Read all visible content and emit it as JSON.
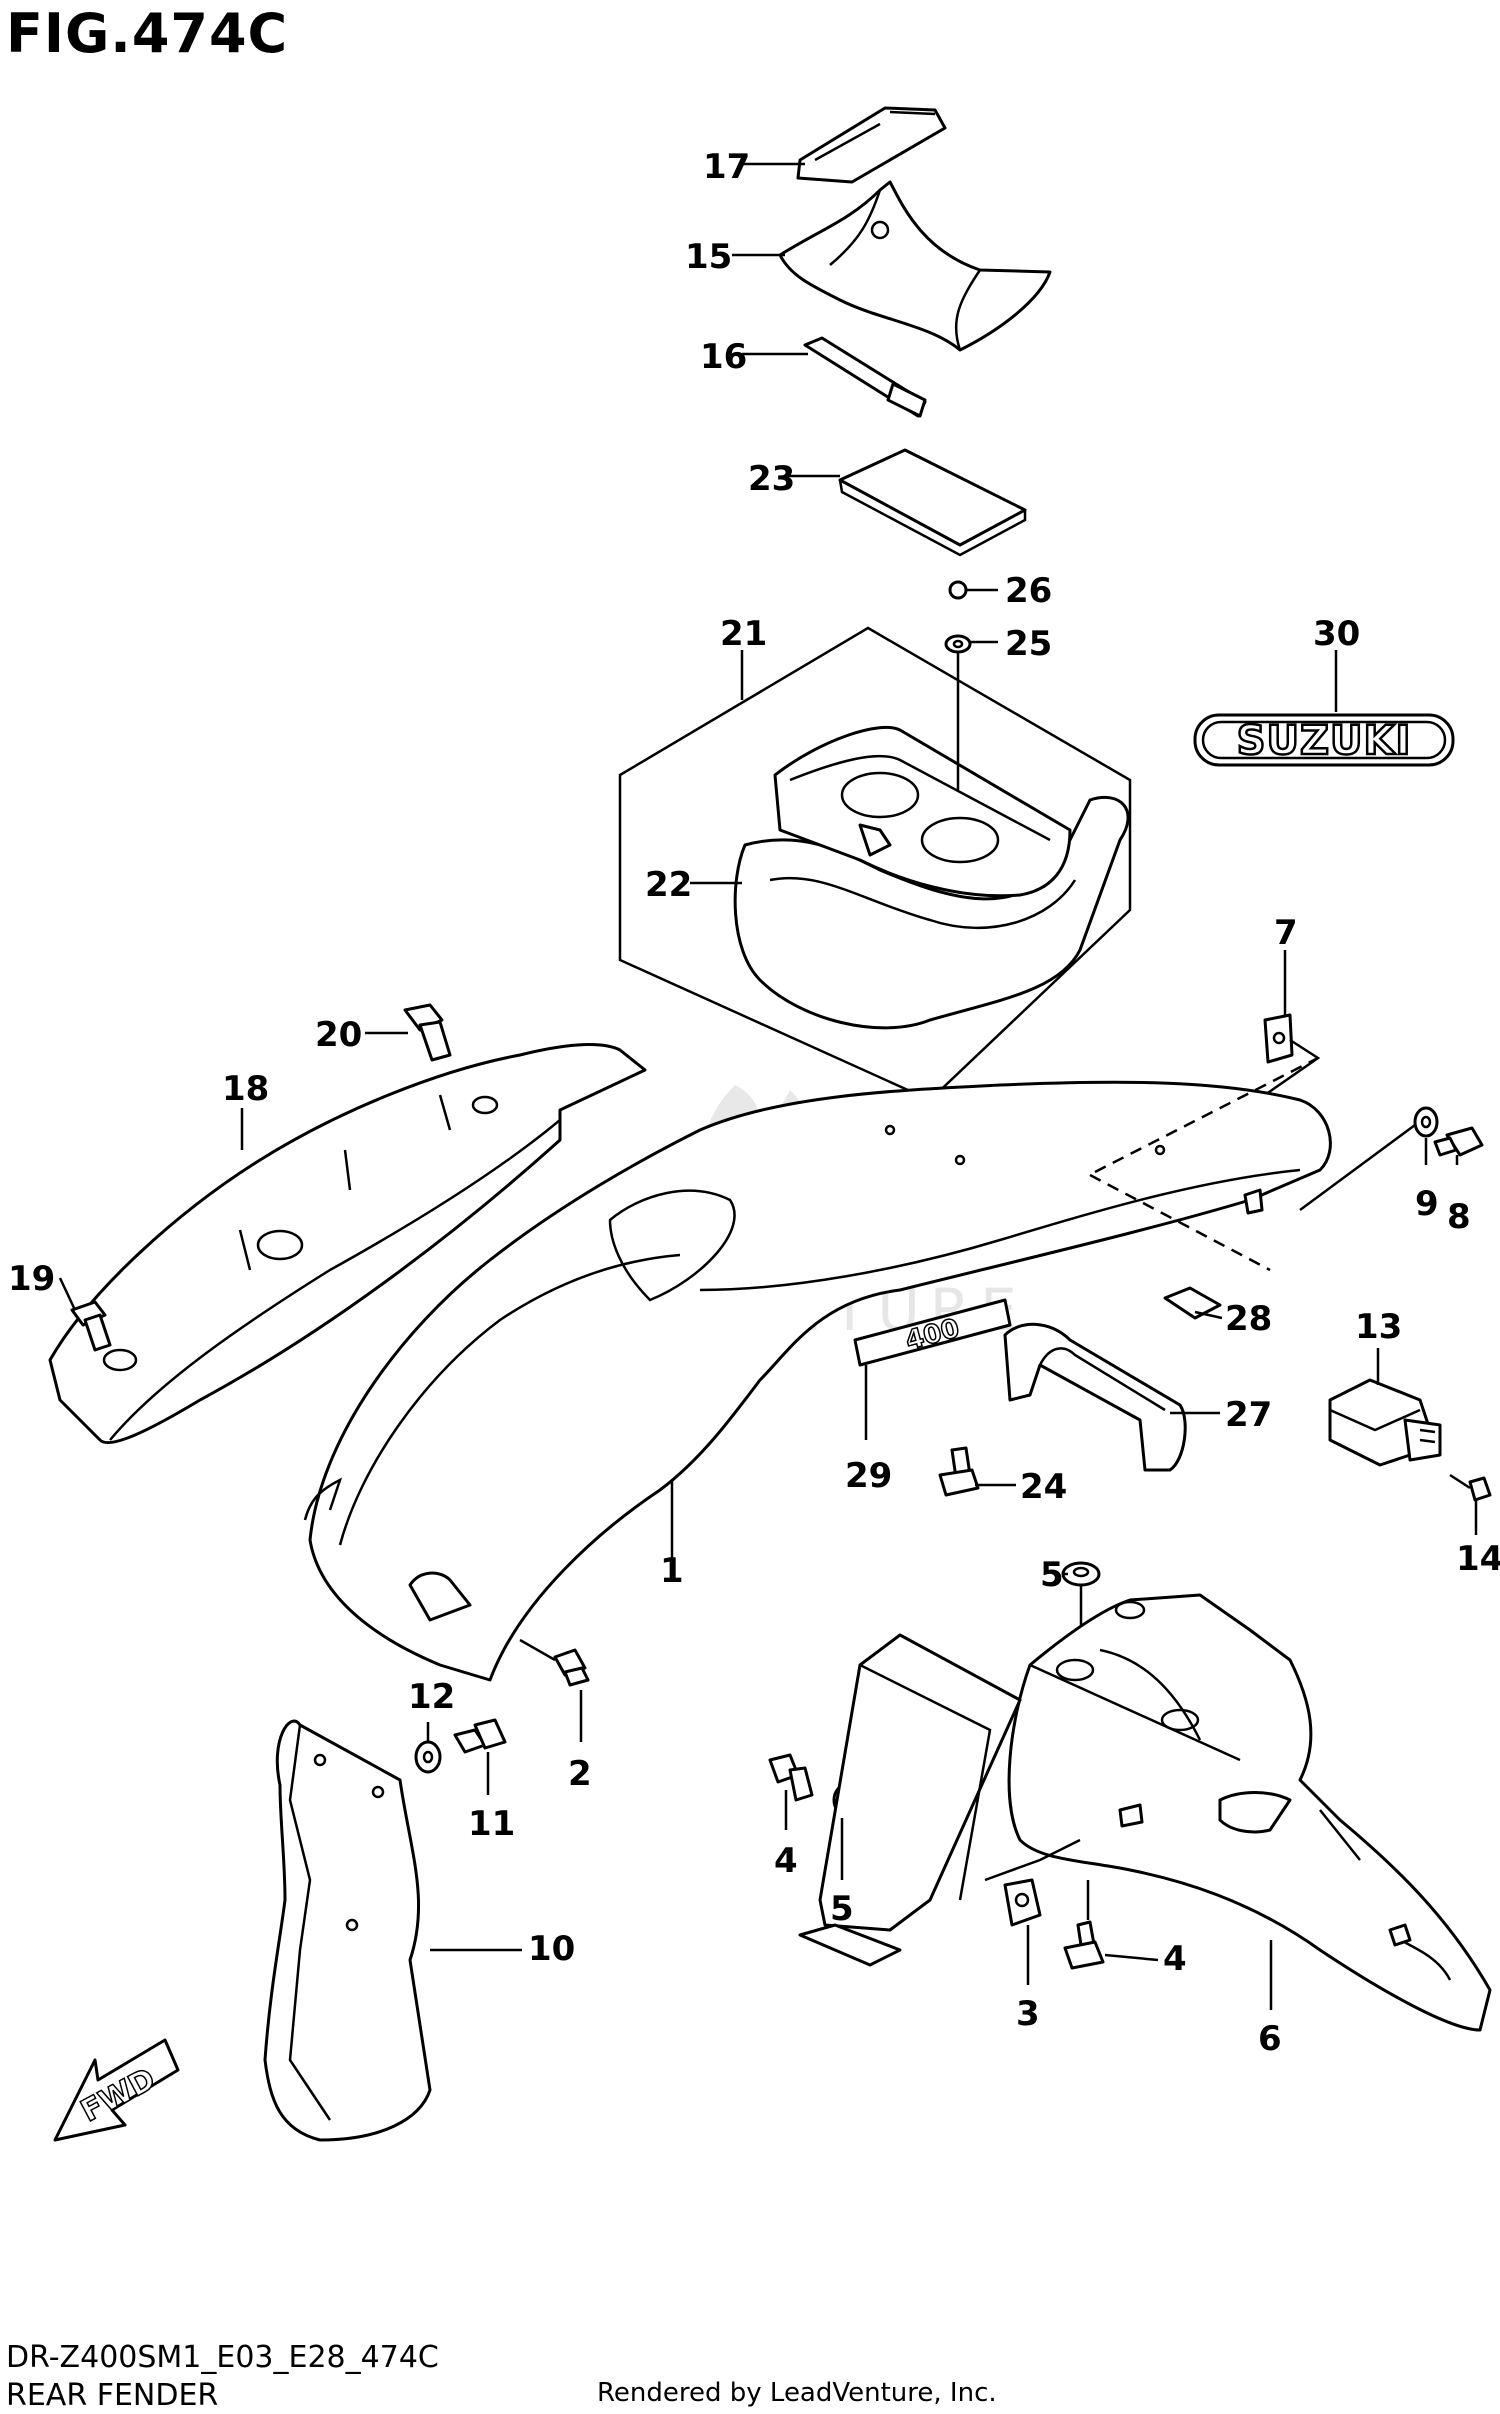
{
  "header": {
    "figure_title": "FIG.474C"
  },
  "footer": {
    "model_code": "DR-Z400SM1_E03_E28_474C",
    "section_name": "REAR FENDER",
    "render_credit": "Rendered by LeadVenture, Inc."
  },
  "watermark": "LEADVENTURE",
  "decal_text": "SUZUKI",
  "emblem_text": "400",
  "fwd_label": "FWD",
  "callouts": [
    "17",
    "15",
    "16",
    "23",
    "26",
    "25",
    "21",
    "30",
    "22",
    "7",
    "20",
    "18",
    "9",
    "8",
    "19",
    "28",
    "13",
    "27",
    "29",
    "24",
    "1",
    "14",
    "5",
    "12",
    "2",
    "11",
    "4",
    "5",
    "10",
    "4",
    "3",
    "6"
  ],
  "colors": {
    "line": "#000000",
    "background": "#ffffff",
    "watermark": "#cfcfcf"
  }
}
